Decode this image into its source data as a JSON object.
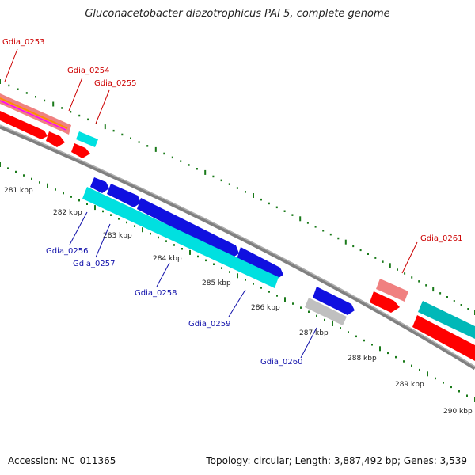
{
  "title": "Gluconacetobacter diazotrophicus PAI 5, complete genome",
  "footer": {
    "accession": "Accession: NC_011365",
    "topology": "Topology: circular; Length: 3,887,492 bp; Genes: 3,539"
  },
  "colors": {
    "backbone": "#808080",
    "tick": "#1a7a1a",
    "cds_forward": "#1010e0",
    "cds_reverse": "#ff0000",
    "gene_pink": "#f08080",
    "gene_cyan": "#00e0e0",
    "gene_gray": "#c0c0c0",
    "label_red": "#cc0000",
    "label_blue": "#1010aa"
  },
  "scale_labels": [
    "281 kbp",
    "282 kbp",
    "283 kbp",
    "284 kbp",
    "285 kbp",
    "286 kbp",
    "287 kbp",
    "288 kbp",
    "289 kbp",
    "290 kbp"
  ],
  "gene_labels": [
    {
      "id": "Gdia_0253",
      "strand": "upper"
    },
    {
      "id": "Gdia_0254",
      "strand": "upper"
    },
    {
      "id": "Gdia_0255",
      "strand": "upper"
    },
    {
      "id": "Gdia_0261",
      "strand": "upper"
    },
    {
      "id": "Gdia_0256",
      "strand": "lower"
    },
    {
      "id": "Gdia_0257",
      "strand": "lower"
    },
    {
      "id": "Gdia_0258",
      "strand": "lower"
    },
    {
      "id": "Gdia_0259",
      "strand": "lower"
    },
    {
      "id": "Gdia_0260",
      "strand": "lower"
    }
  ]
}
